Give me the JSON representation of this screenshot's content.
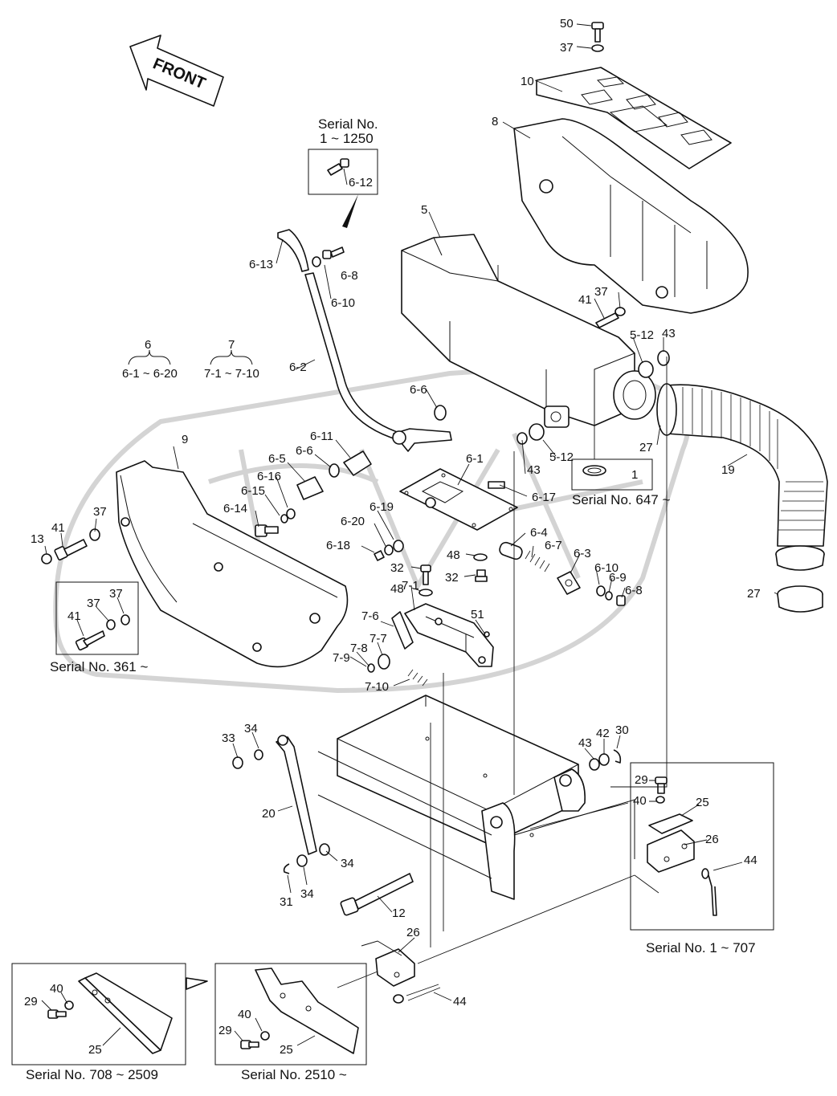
{
  "front_arrow_label": "FRONT",
  "serial_labels": {
    "s1_1250_line1": "Serial No.",
    "s1_1250_line2": "1 ~ 1250",
    "s647": "Serial No. 647 ~",
    "s361": "Serial No. 361 ~",
    "s1_707": "Serial No. 1 ~ 707",
    "s708_2509": "Serial No. 708 ~ 2509",
    "s2510": "Serial No. 2510 ~"
  },
  "group_labels": {
    "g6_num": "6",
    "g6_range": "6-1 ~ 6-20",
    "g7_num": "7",
    "g7_range": "7-1 ~ 7-10"
  },
  "part_labels": {
    "p50": "50",
    "p37_top": "37",
    "p10": "10",
    "p8": "8",
    "p5": "5",
    "p6_12": "6-12",
    "p6_13": "6-13",
    "p6_8_top": "6-8",
    "p6_10_top": "6-10",
    "p6_2": "6-2",
    "p41_r": "41",
    "p37_r": "37",
    "p5_12_a": "5-12",
    "p43_a": "43",
    "p6_6_a": "6-6",
    "p6_11": "6-11",
    "p6_6_b": "6-6",
    "p6_5": "6-5",
    "p6_16": "6-16",
    "p6_15": "6-15",
    "p6_14": "6-14",
    "p6_1": "6-1",
    "p6_17": "6-17",
    "p43_b": "43",
    "p5_12_b": "5-12",
    "p27_a": "27",
    "p19": "19",
    "p1": "1",
    "p9": "9",
    "p37_l": "37",
    "p41_l": "41",
    "p13": "13",
    "p37_b1": "37",
    "p37_b2": "37",
    "p41_b": "41",
    "p6_19": "6-19",
    "p6_20": "6-20",
    "p6_18": "6-18",
    "p48_a": "48",
    "p32_a": "32",
    "p32_b": "32",
    "p48_b": "48",
    "p6_4": "6-4",
    "p6_7": "6-7",
    "p6_3": "6-3",
    "p6_10_b": "6-10",
    "p6_9": "6-9",
    "p6_8_b": "6-8",
    "p27_b": "27",
    "p7_1": "7-1",
    "p7_6": "7-6",
    "p51": "51",
    "p7_8": "7-8",
    "p7_7": "7-7",
    "p7_9": "7-9",
    "p7_10": "7-10",
    "p33": "33",
    "p34_a": "34",
    "p20": "20",
    "p34_b": "34",
    "p31": "31",
    "p34_c": "34",
    "p12": "12",
    "p43_c": "43",
    "p42": "42",
    "p30": "30",
    "p29_r": "29",
    "p40_r": "40",
    "p25_r": "25",
    "p26_r": "26",
    "p44_r": "44",
    "p26_b": "26",
    "p44_b": "44",
    "p29_l": "29",
    "p40_l": "40",
    "p25_l": "25",
    "p40_m": "40",
    "p29_m": "29",
    "p25_m": "25"
  }
}
